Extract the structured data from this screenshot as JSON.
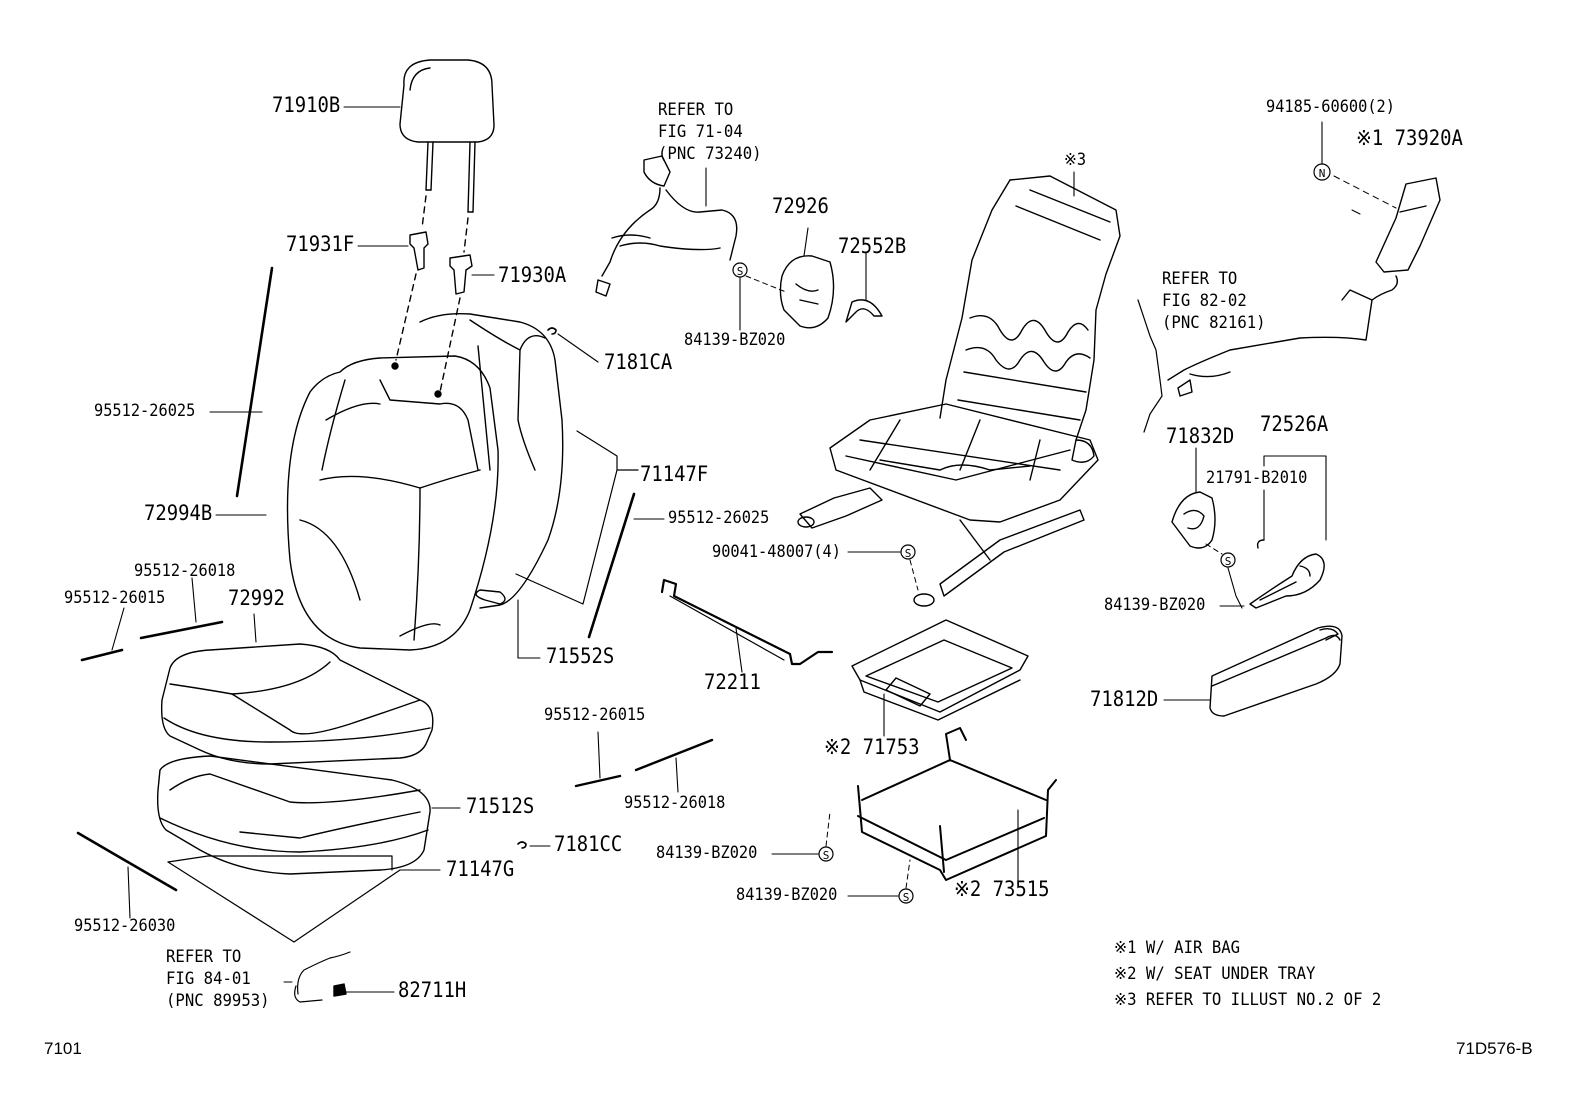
{
  "parts": {
    "p71910B": "71910B",
    "p71931F": "71931F",
    "p71930A": "71930A",
    "p7181CA": "7181CA",
    "p95512_26025_left": "95512-26025",
    "p72994B": "72994B",
    "p71147F": "71147F",
    "p95512_26025_right": "95512-26025",
    "p95512_26018_left": "95512-26018",
    "p95512_26015_left": "95512-26015",
    "p72992": "72992",
    "p71552S": "71552S",
    "p71512S": "71512S",
    "p7181CC": "7181CC",
    "p71147G": "71147G",
    "p95512_26030": "95512-26030",
    "p82711H": "82711H",
    "p72926": "72926",
    "p72552B": "72552B",
    "p84139_top": "84139-BZ020",
    "p90041": "90041-48007(4)",
    "p72211": "72211",
    "p95512_26015_mid": "95512-26015",
    "p95512_26018_mid": "95512-26018",
    "p71753": "71753",
    "p84139_mid1": "84139-BZ020",
    "p84139_mid2": "84139-BZ020",
    "p73515": "73515",
    "p94185": "94185-60600(2)",
    "p73920A": "73920A",
    "p71832D": "71832D",
    "p72526A": "72526A",
    "p21791": "21791-B2010",
    "p84139_right": "84139-BZ020",
    "p71812D": "71812D"
  },
  "marks": {
    "m3": "※3",
    "m1": "※1",
    "m2a": "※2",
    "m2b": "※2"
  },
  "refs": {
    "fig71": [
      "REFER TO",
      "FIG 71-04",
      "(PNC 73240)"
    ],
    "fig82": [
      "REFER TO",
      "FIG 82-02",
      "(PNC 82161)"
    ],
    "fig84": [
      "REFER TO",
      "FIG 84-01",
      "(PNC 89953)"
    ]
  },
  "notes": [
    "※1 W/ AIR BAG",
    "※2 W/ SEAT UNDER TRAY",
    "※3 REFER TO ILLUST NO.2 OF 2"
  ],
  "footer": {
    "left": "7101",
    "right": "71D576-B"
  },
  "symbols": {
    "s": "S",
    "n": "N"
  }
}
